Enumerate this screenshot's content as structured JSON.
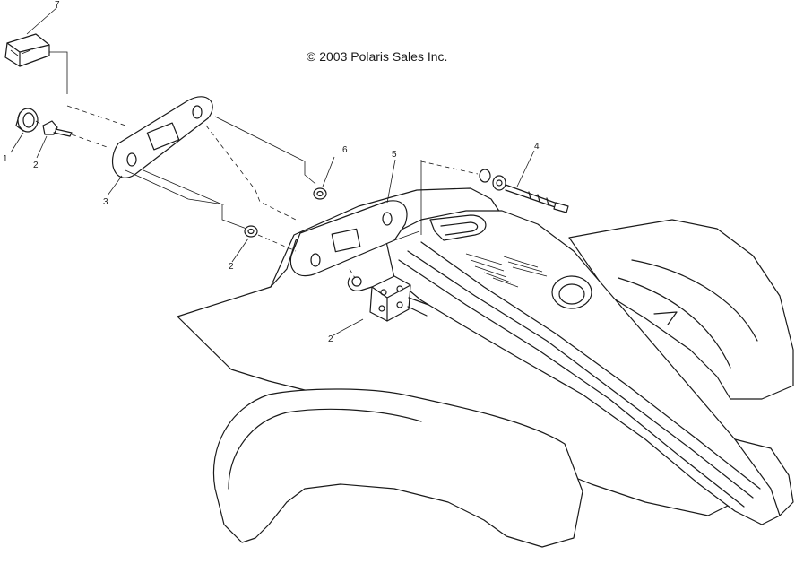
{
  "copyright": "© 2003 Polaris Sales Inc.",
  "callouts": {
    "c1": "1",
    "c2a": "2",
    "c2b": "2",
    "c2c": "2",
    "c3": "3",
    "c4": "4",
    "c5": "5",
    "c6": "6",
    "c7": "7"
  }
}
